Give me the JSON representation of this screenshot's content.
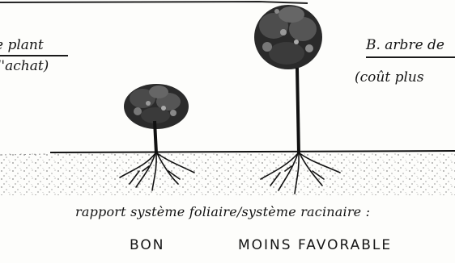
{
  "left_plant": {
    "title_fragment": "e plant",
    "subtitle_fragment": "l'achat)"
  },
  "right_plant": {
    "title_fragment": "B. arbre de",
    "subtitle_fragment": "(coût plus"
  },
  "caption": {
    "ratio_text": "rapport système foliaire/système racinaire :",
    "verdict_left": "BON",
    "verdict_right": "MOINS FAVORABLE"
  }
}
